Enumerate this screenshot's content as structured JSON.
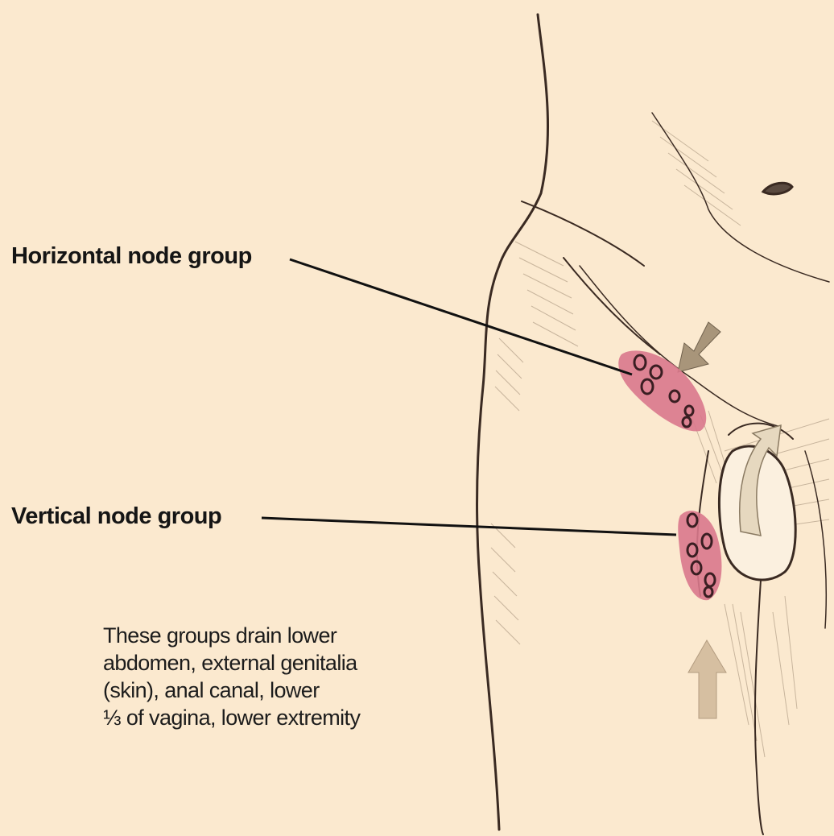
{
  "labels": {
    "horizontal": "Horizontal node group",
    "vertical": "Vertical node group"
  },
  "caption": {
    "lines": [
      "These groups drain lower",
      "abdomen, external genitalia",
      "(skin), anal canal, lower",
      "⅓ of vagina, lower extremity"
    ]
  },
  "colors": {
    "background": "#fbe9cf",
    "node_region": "#d9788c",
    "arrow": "#a8957a",
    "outline": "#3a2a22"
  }
}
